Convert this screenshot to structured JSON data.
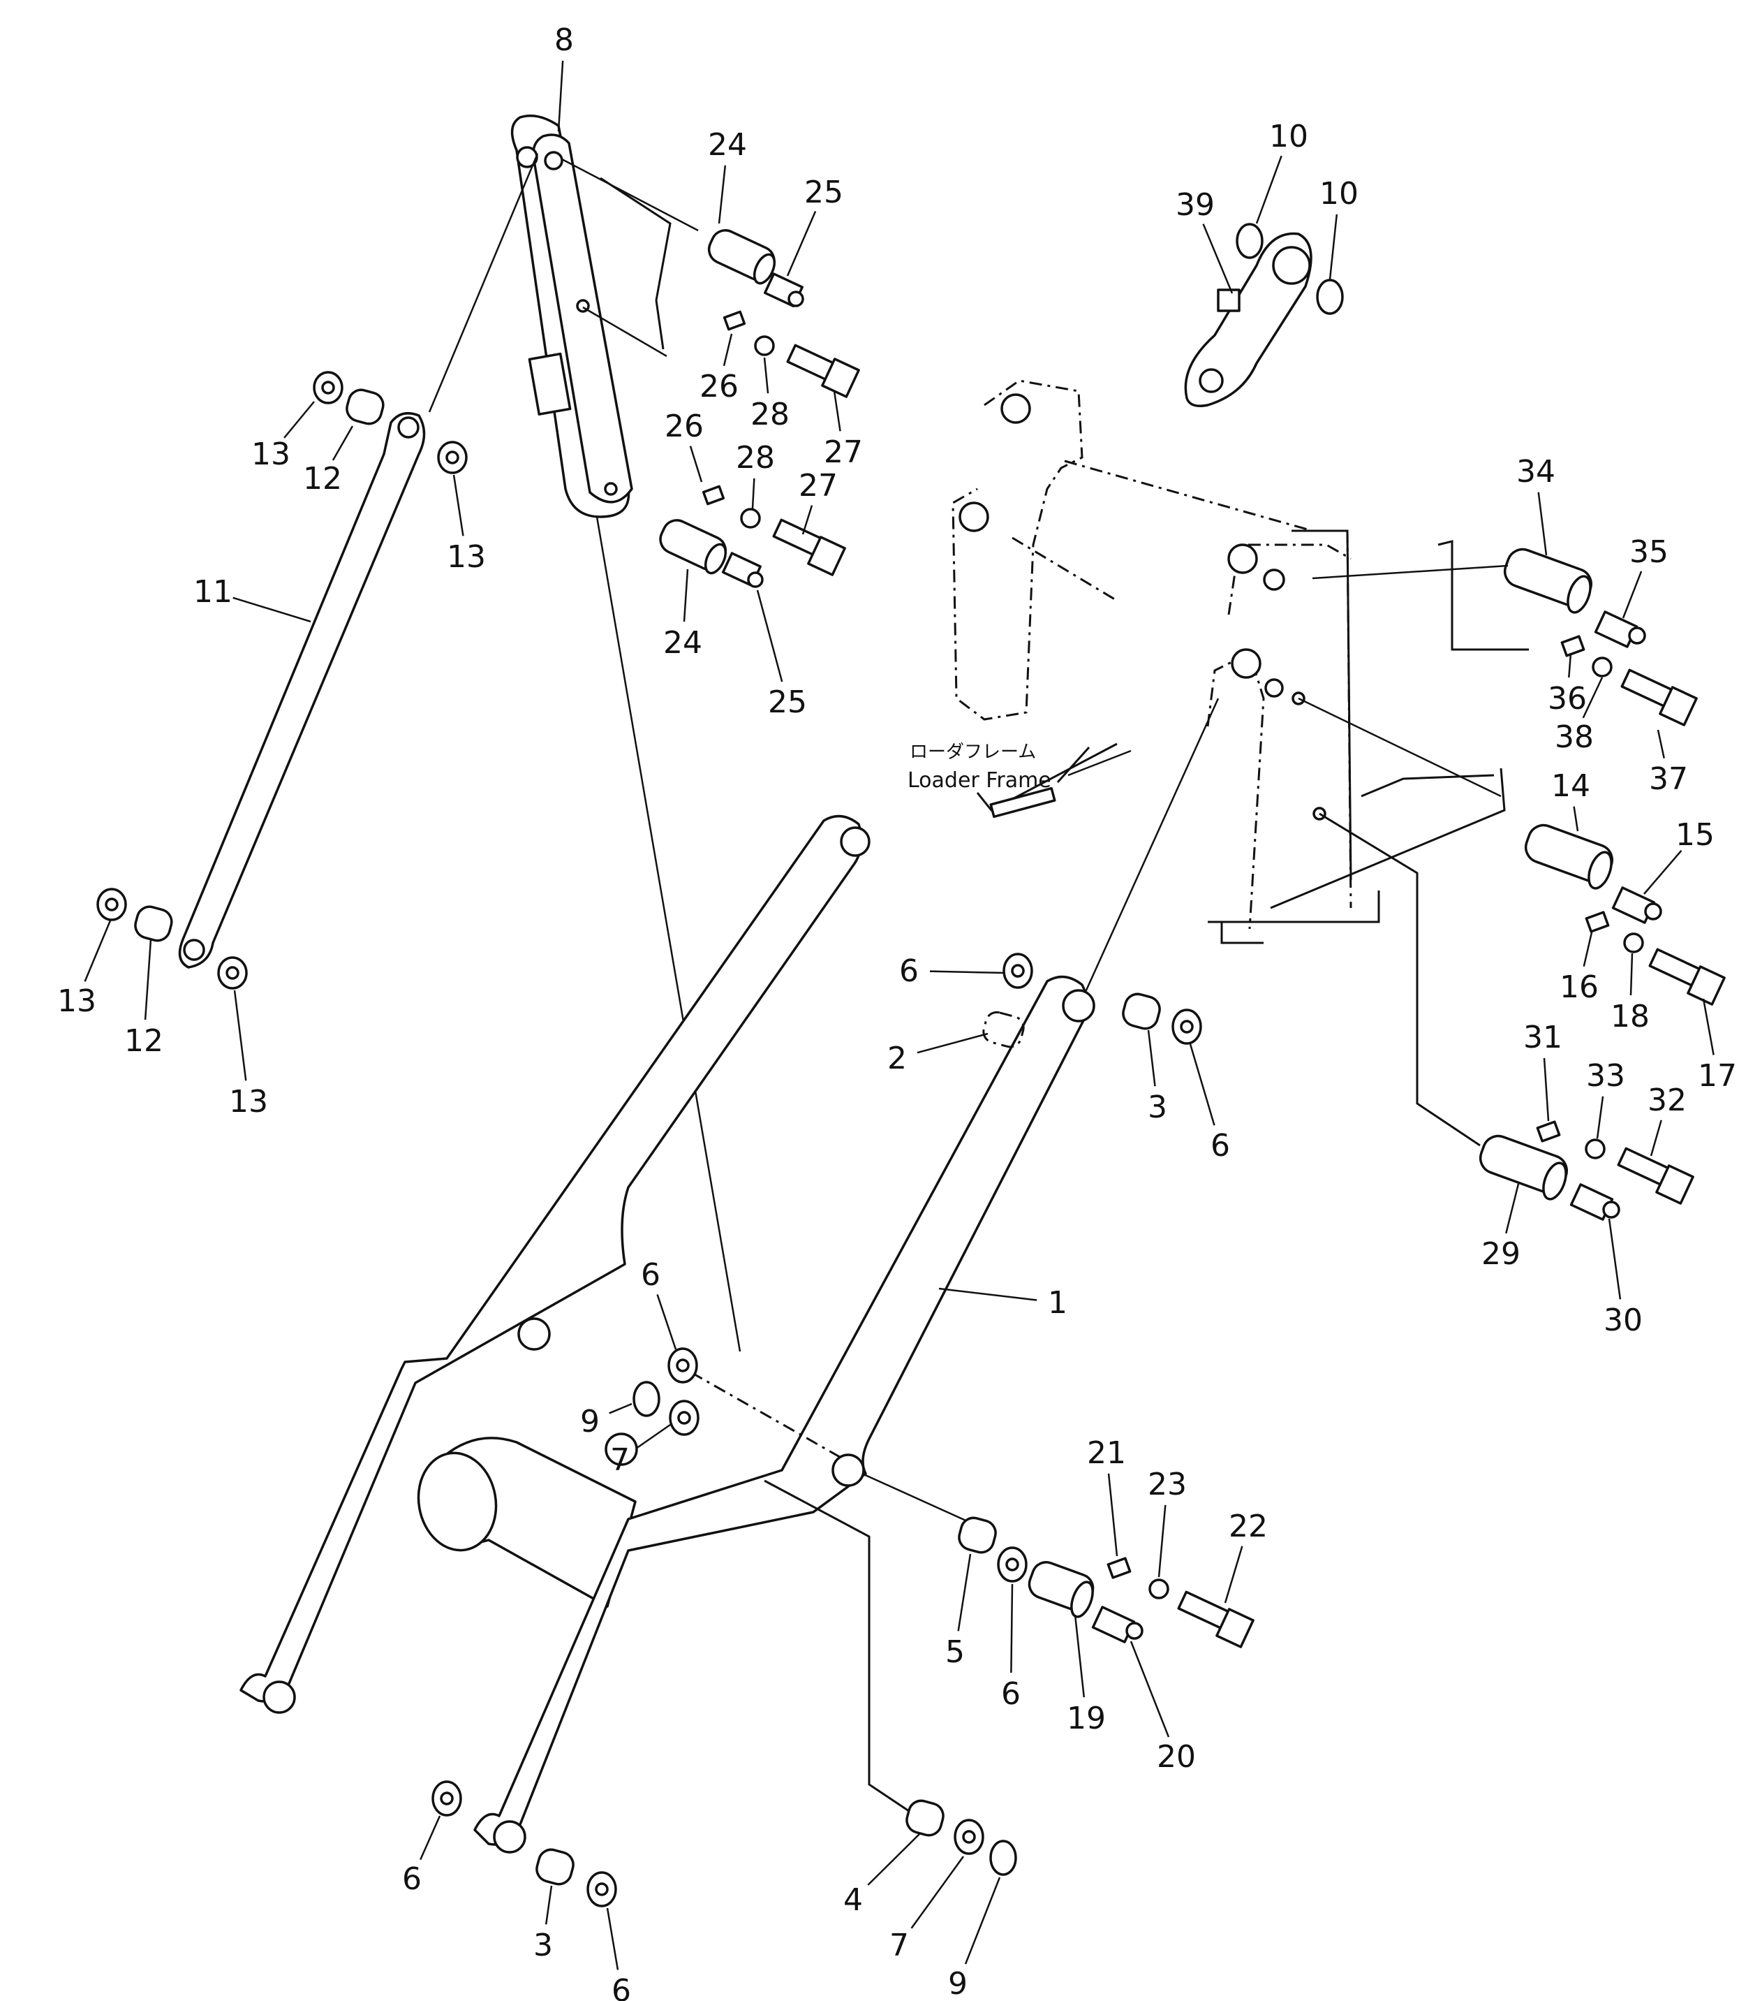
{
  "diagram": {
    "annotation_jp": "ローダフレーム",
    "annotation_en": "Loader Frame",
    "part_labels": [
      {
        "key": "l8",
        "text": "8"
      },
      {
        "key": "l24a",
        "text": "24"
      },
      {
        "key": "l25a",
        "text": "25"
      },
      {
        "key": "l26a",
        "text": "26"
      },
      {
        "key": "l28a",
        "text": "28"
      },
      {
        "key": "l27a",
        "text": "27"
      },
      {
        "key": "l26b",
        "text": "26"
      },
      {
        "key": "l28b",
        "text": "28"
      },
      {
        "key": "l27b",
        "text": "27"
      },
      {
        "key": "l24b",
        "text": "24"
      },
      {
        "key": "l25b",
        "text": "25"
      },
      {
        "key": "l10a",
        "text": "10"
      },
      {
        "key": "l10b",
        "text": "10"
      },
      {
        "key": "l39",
        "text": "39"
      },
      {
        "key": "l13a",
        "text": "13"
      },
      {
        "key": "l12a",
        "text": "12"
      },
      {
        "key": "l13b",
        "text": "13"
      },
      {
        "key": "l11",
        "text": "11"
      },
      {
        "key": "l13c",
        "text": "13"
      },
      {
        "key": "l12b",
        "text": "12"
      },
      {
        "key": "l13d",
        "text": "13"
      },
      {
        "key": "l34",
        "text": "34"
      },
      {
        "key": "l35",
        "text": "35"
      },
      {
        "key": "l36",
        "text": "36"
      },
      {
        "key": "l38",
        "text": "38"
      },
      {
        "key": "l37",
        "text": "37"
      },
      {
        "key": "l14",
        "text": "14"
      },
      {
        "key": "l15",
        "text": "15"
      },
      {
        "key": "l16",
        "text": "16"
      },
      {
        "key": "l18",
        "text": "18"
      },
      {
        "key": "l17",
        "text": "17"
      },
      {
        "key": "l31",
        "text": "31"
      },
      {
        "key": "l33",
        "text": "33"
      },
      {
        "key": "l32",
        "text": "32"
      },
      {
        "key": "l29",
        "text": "29"
      },
      {
        "key": "l30",
        "text": "30"
      },
      {
        "key": "l6a",
        "text": "6"
      },
      {
        "key": "l2",
        "text": "2"
      },
      {
        "key": "l3a",
        "text": "3"
      },
      {
        "key": "l6b",
        "text": "6"
      },
      {
        "key": "l1",
        "text": "1"
      },
      {
        "key": "l6c",
        "text": "6"
      },
      {
        "key": "l9a",
        "text": "9"
      },
      {
        "key": "l7a",
        "text": "7"
      },
      {
        "key": "l21",
        "text": "21"
      },
      {
        "key": "l23",
        "text": "23"
      },
      {
        "key": "l22",
        "text": "22"
      },
      {
        "key": "l5",
        "text": "5"
      },
      {
        "key": "l6d",
        "text": "6"
      },
      {
        "key": "l19",
        "text": "19"
      },
      {
        "key": "l20",
        "text": "20"
      },
      {
        "key": "l6e",
        "text": "6"
      },
      {
        "key": "l3b",
        "text": "3"
      },
      {
        "key": "l6f",
        "text": "6"
      },
      {
        "key": "l4",
        "text": "4"
      },
      {
        "key": "l7b",
        "text": "7"
      },
      {
        "key": "l9b",
        "text": "9"
      }
    ]
  }
}
